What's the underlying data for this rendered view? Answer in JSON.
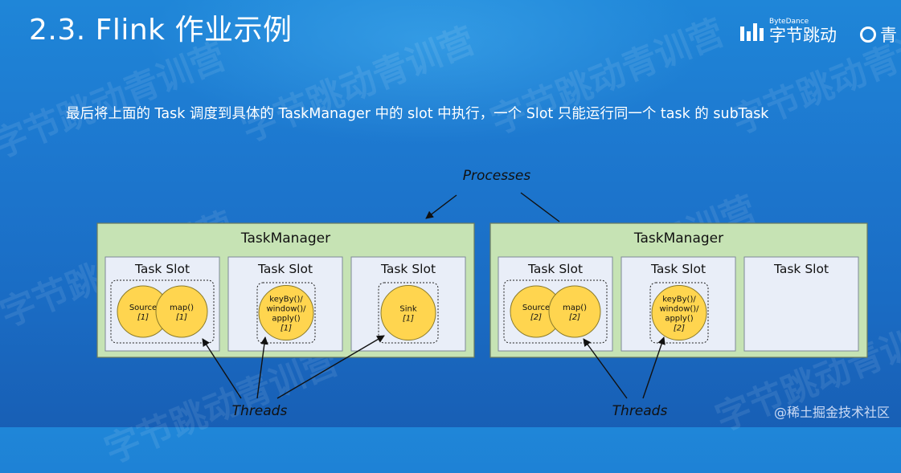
{
  "slide": {
    "title": "2.3. Flink 作业示例",
    "caption": "最后将上面的 Task 调度到具体的 TaskManager 中的 slot 中执行，一个 Slot 只能运行同一个 task 的 subTask"
  },
  "branding": {
    "logo_small": "ByteDance",
    "logo_big": "字节跳动",
    "logo2_text": "青",
    "watermark_text": "字节跳动青训营",
    "corner_watermark": "@稀土掘金技术社区"
  },
  "diagram": {
    "processes_label": "Processes",
    "threads_label": "Threads",
    "taskmanagers": [
      {
        "label": "TaskManager",
        "slots": [
          {
            "label": "Task Slot",
            "tasks": [
              {
                "lines": [
                  "Source"
                ],
                "index": "[1]"
              },
              {
                "lines": [
                  "map()"
                ],
                "index": "[1]"
              }
            ]
          },
          {
            "label": "Task Slot",
            "tasks": [
              {
                "lines": [
                  "keyBy()/",
                  "window()/",
                  "apply()"
                ],
                "index": "[1]"
              }
            ]
          },
          {
            "label": "Task Slot",
            "tasks": [
              {
                "lines": [
                  "Sink"
                ],
                "index": "[1]"
              }
            ]
          }
        ]
      },
      {
        "label": "TaskManager",
        "slots": [
          {
            "label": "Task Slot",
            "tasks": [
              {
                "lines": [
                  "Source"
                ],
                "index": "[2]"
              },
              {
                "lines": [
                  "map()"
                ],
                "index": "[2]"
              }
            ]
          },
          {
            "label": "Task Slot",
            "tasks": [
              {
                "lines": [
                  "keyBy()/",
                  "window()/",
                  "apply()"
                ],
                "index": "[2]"
              }
            ]
          },
          {
            "label": "Task Slot",
            "tasks": []
          }
        ]
      }
    ]
  },
  "colors": {
    "background": "#1d78cf",
    "taskmanager_fill": "#c6e3b4",
    "slot_fill": "#e9eef8",
    "task_fill": "#ffd54f"
  }
}
